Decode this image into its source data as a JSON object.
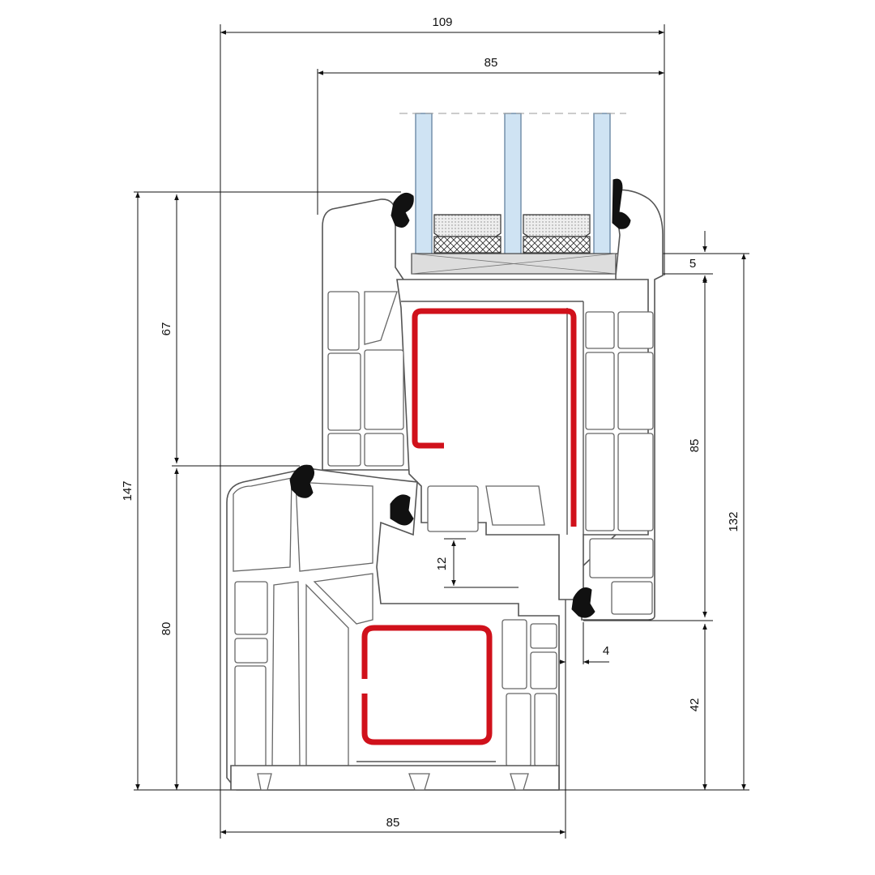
{
  "diagram": {
    "dimensions": {
      "top_total_width": "109",
      "top_sash_width": "85",
      "bottom_width": "85",
      "left_total_height": "147",
      "left_sash_height": "67",
      "left_frame_height": "80",
      "right_total_height": "132",
      "right_sash_height": "85",
      "right_bottom_height": "42",
      "rebate_height": "5",
      "overlap_height": "12",
      "gap_width": "4"
    },
    "colors": {
      "reinforcement": "#d0111b",
      "gasket": "#111111",
      "glass": "#cfe3f3",
      "profile_stroke": "#555555",
      "dimension_line": "#111111"
    }
  }
}
